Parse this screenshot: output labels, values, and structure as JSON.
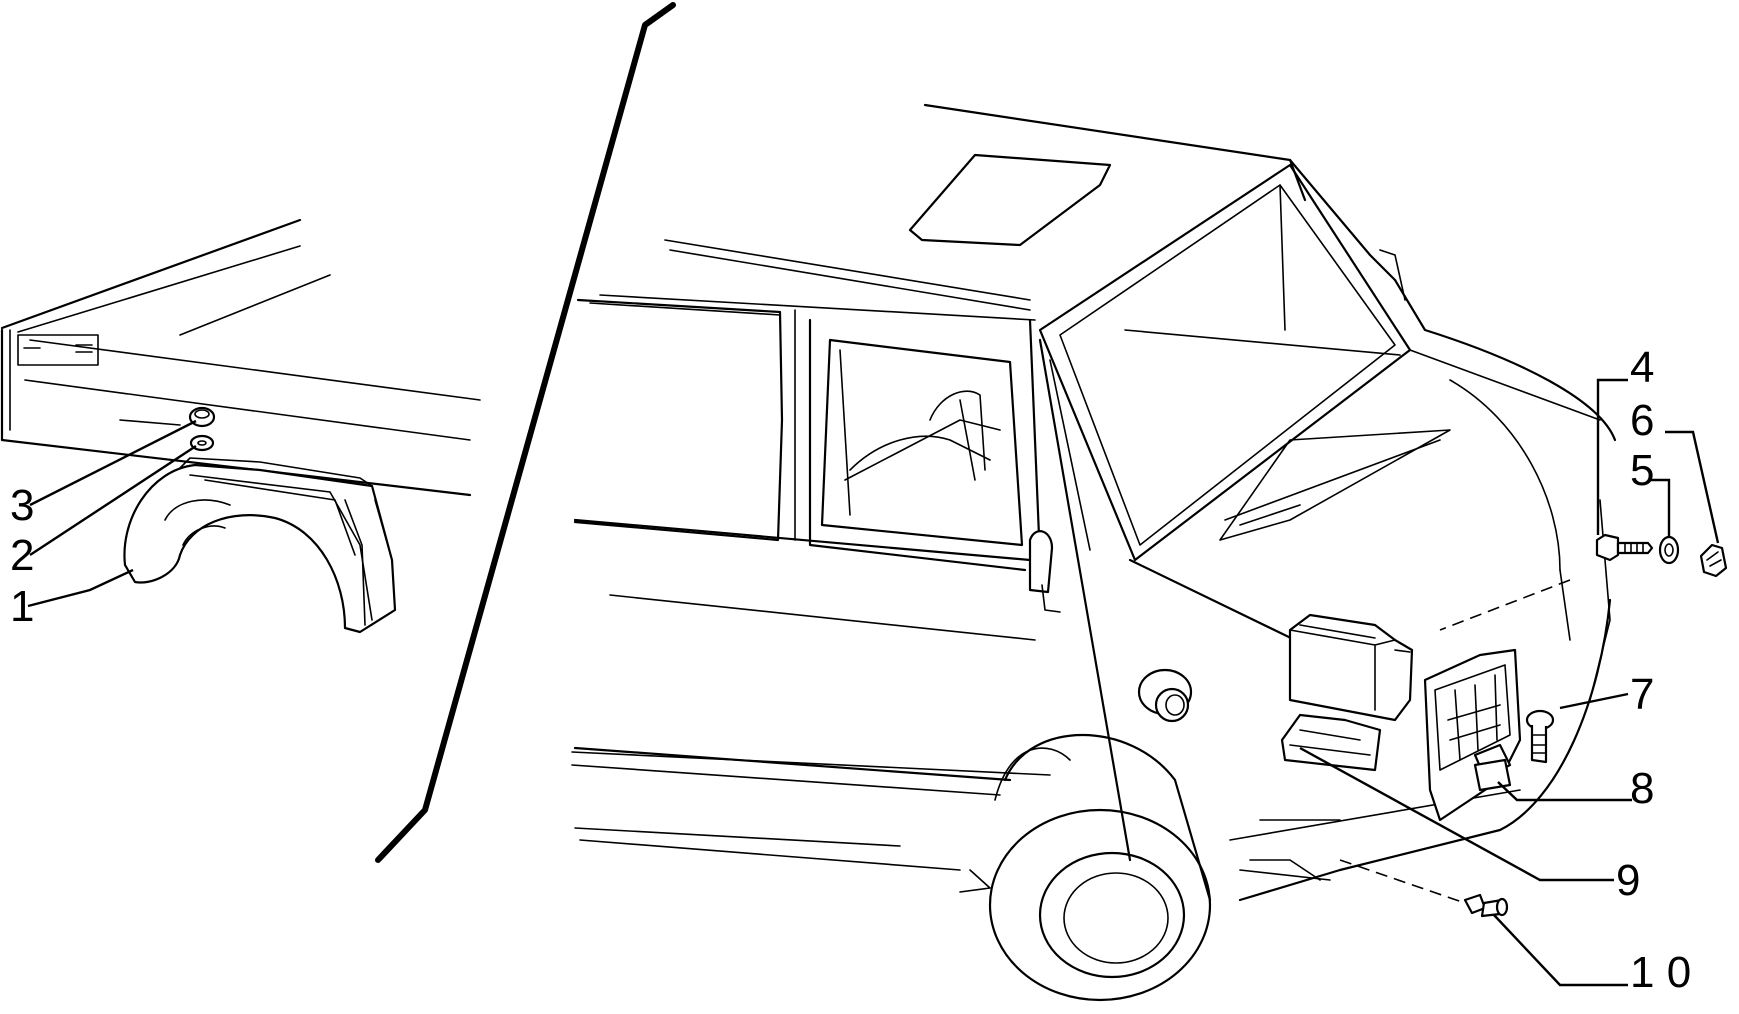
{
  "callouts": {
    "c1": "1",
    "c2": "2",
    "c3": "3",
    "c4": "4",
    "c5": "5",
    "c6": "6",
    "c7": "7",
    "c8": "8",
    "c9": "9",
    "c10": "1 0"
  },
  "colors": {
    "line": "#000000",
    "background": "#ffffff"
  }
}
